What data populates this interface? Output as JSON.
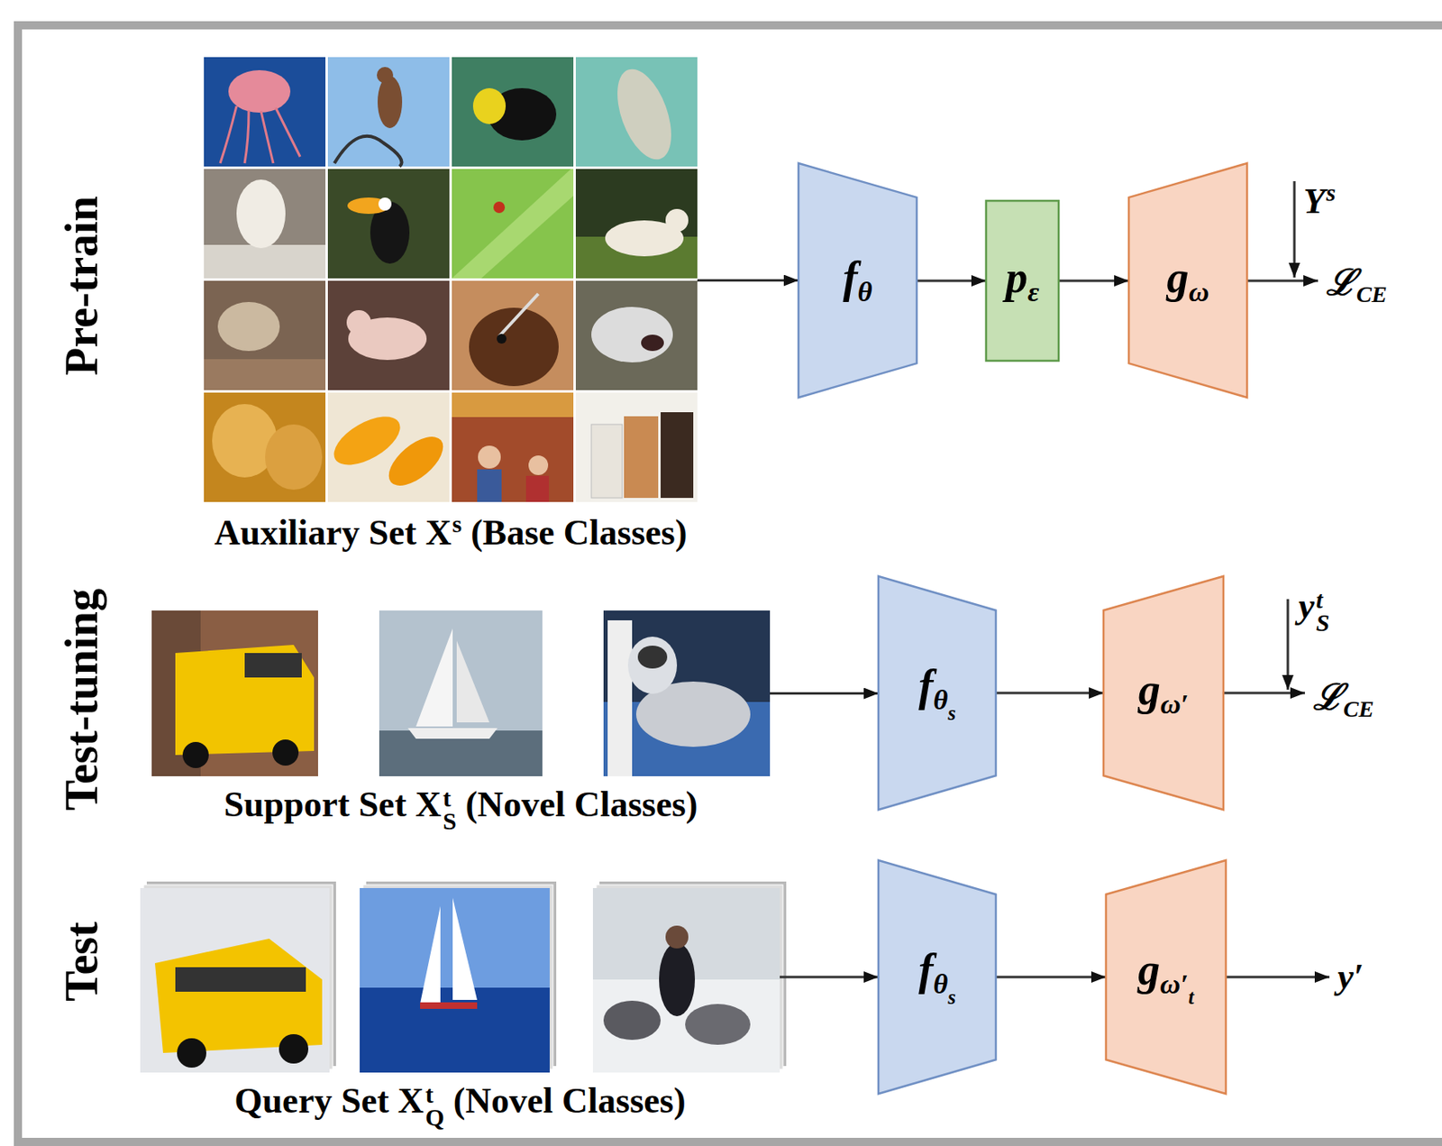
{
  "diagram": {
    "nodes": [
      {
        "text": [
          "Auxiliary Set X",
          "s",
          "(Base Classes)"
        ]
      },
      {
        "text": [
          "f",
          "θ"
        ]
      },
      {
        "text": [
          "p",
          "ε"
        ]
      },
      {
        "text": [
          "g",
          "ω"
        ]
      },
      {
        "text": [
          "Support Set X",
          "t",
          "S",
          "(Novel Classes)"
        ]
      },
      {
        "text": [
          "f",
          "θ",
          "s"
        ]
      },
      {
        "text": [
          "g",
          "ω′"
        ]
      },
      {
        "text": [
          "Query Set X",
          "t",
          "Q",
          "(Novel Classes)"
        ]
      },
      {
        "text": [
          "f",
          "θ",
          "s"
        ]
      },
      {
        "text": [
          "g",
          "ω′",
          "t"
        ]
      }
    ],
    "edges": [
      {
        "from": 0,
        "to": 1,
        "arrow": "to"
      },
      {
        "from": 1,
        "to": 2,
        "arrow": "to"
      },
      {
        "from": 2,
        "to": 3,
        "arrow": "to"
      },
      {
        "from": 4,
        "to": 5,
        "arrow": "to"
      },
      {
        "from": 5,
        "to": 6,
        "arrow": "to"
      },
      {
        "from": 7,
        "to": 8,
        "arrow": "to"
      },
      {
        "from": 8,
        "to": 9,
        "arrow": "to"
      }
    ],
    "labels": [
      "Pre-train",
      "Test-tuning",
      "Test",
      "Y",
      "s",
      "ℒ",
      "CE",
      "y",
      "t",
      "S",
      "ℒ",
      "CE",
      "y′"
    ]
  }
}
